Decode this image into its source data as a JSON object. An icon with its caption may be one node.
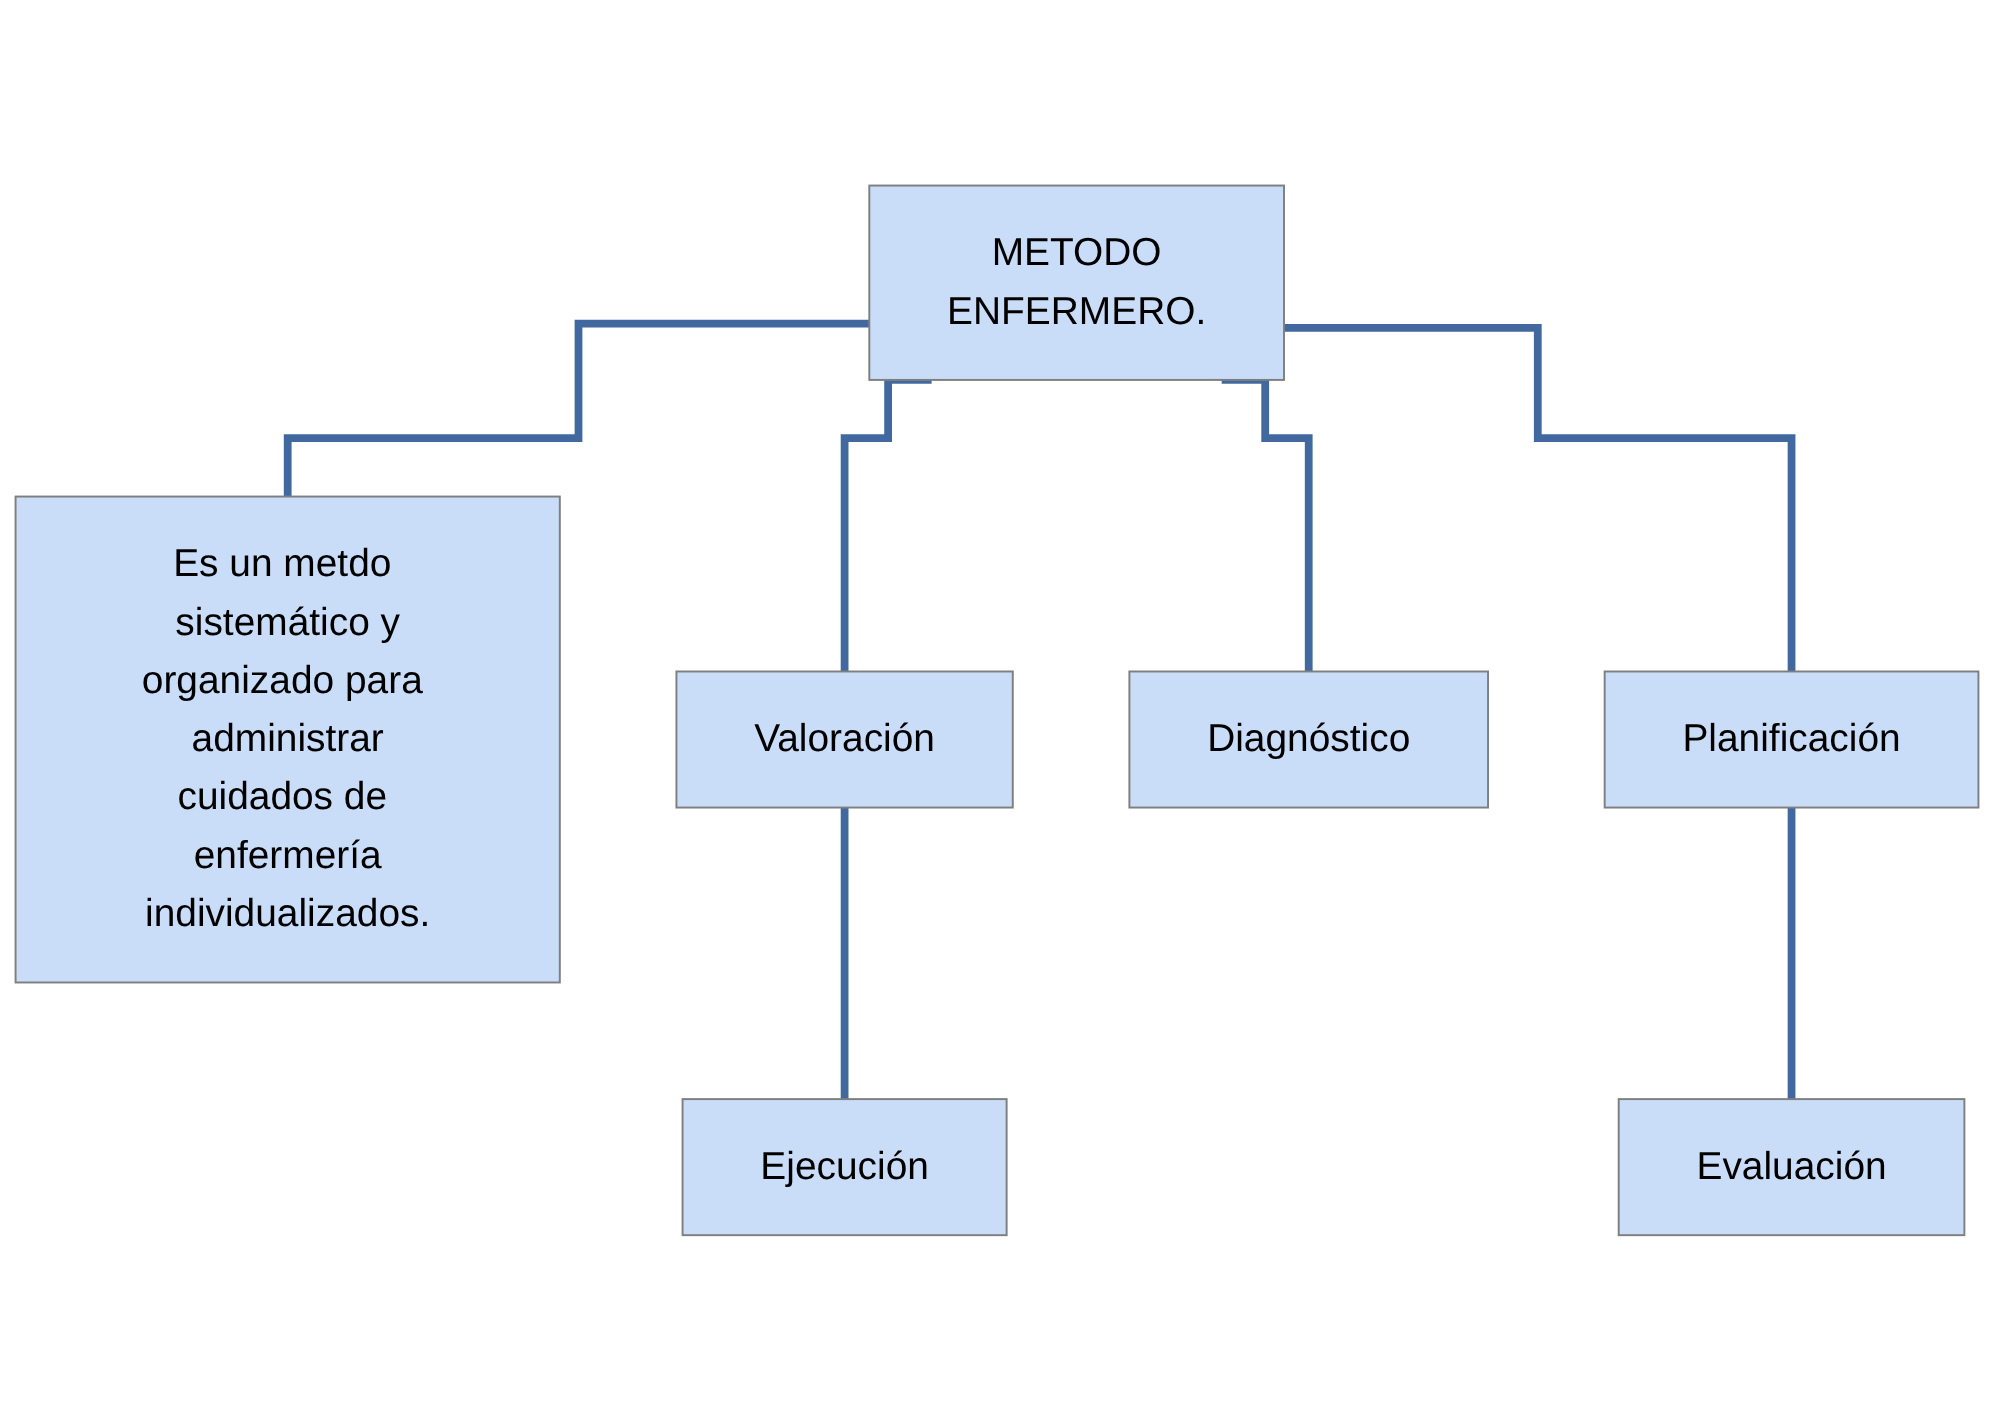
{
  "diagram": {
    "nodes": [
      {
        "text": [
          "METODO ENFERMERO."
        ]
      },
      {
        "text": [
          "Es un metdo sistemático y organizado para administrar cuidados de enfermería individualizados."
        ]
      },
      {
        "text": [
          "Valoración"
        ]
      },
      {
        "text": [
          "Diagnóstico"
        ]
      },
      {
        "text": [
          "Planificación"
        ]
      },
      {
        "text": [
          "Ejecución"
        ]
      },
      {
        "text": [
          "Evaluación"
        ]
      }
    ],
    "edges": [
      {
        "from": 0,
        "to": 1,
        "arrow": "none"
      },
      {
        "from": 0,
        "to": 2,
        "arrow": "none"
      },
      {
        "from": 0,
        "to": 3,
        "arrow": "none"
      },
      {
        "from": 0,
        "to": 4,
        "arrow": "none"
      },
      {
        "from": 2,
        "to": 5,
        "arrow": "none"
      },
      {
        "from": 4,
        "to": 6,
        "arrow": "none"
      }
    ]
  }
}
